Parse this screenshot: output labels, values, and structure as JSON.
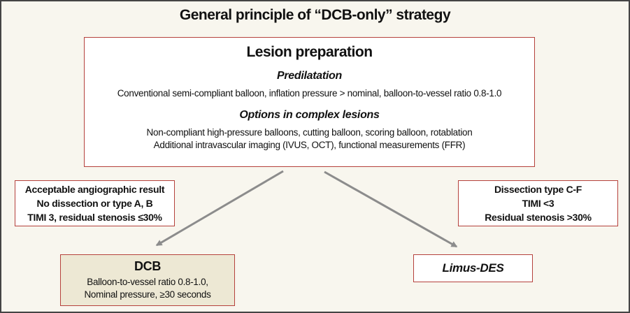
{
  "title": "General principle of “DCB-only” strategy",
  "lesion_prep": {
    "heading": "Lesion preparation",
    "predilatation_heading": "Predilatation",
    "predilatation_text": "Conventional semi-compliant balloon, inflation pressure > nominal, balloon-to-vessel ratio 0.8-1.0",
    "options_heading": "Options in complex lesions",
    "options_line1": "Non-compliant high-pressure balloons, cutting balloon, scoring balloon, rotablation",
    "options_line2": "Additional intravascular imaging (IVUS, OCT), functional measurements (FFR)"
  },
  "left_criteria": {
    "line1": "Acceptable angiographic result",
    "line2": "No dissection or type A, B",
    "line3": "TIMI 3, residual stenosis ≤30%"
  },
  "right_criteria": {
    "line1": "Dissection type C-F",
    "line2": "TIMI <3",
    "line3": "Residual stenosis >30%"
  },
  "dcb": {
    "heading": "DCB",
    "line1": "Balloon-to-vessel ratio 0.8-1.0,",
    "line2": "Nominal pressure, ≥30 seconds"
  },
  "limus": {
    "heading": "Limus-DES"
  },
  "colors": {
    "background": "#f8f6ee",
    "frame_border": "#444444",
    "box_border_red": "#b5413c",
    "dcb_fill": "#ede8d4",
    "arrow_gray": "#8c8c8c",
    "text": "#111111"
  }
}
